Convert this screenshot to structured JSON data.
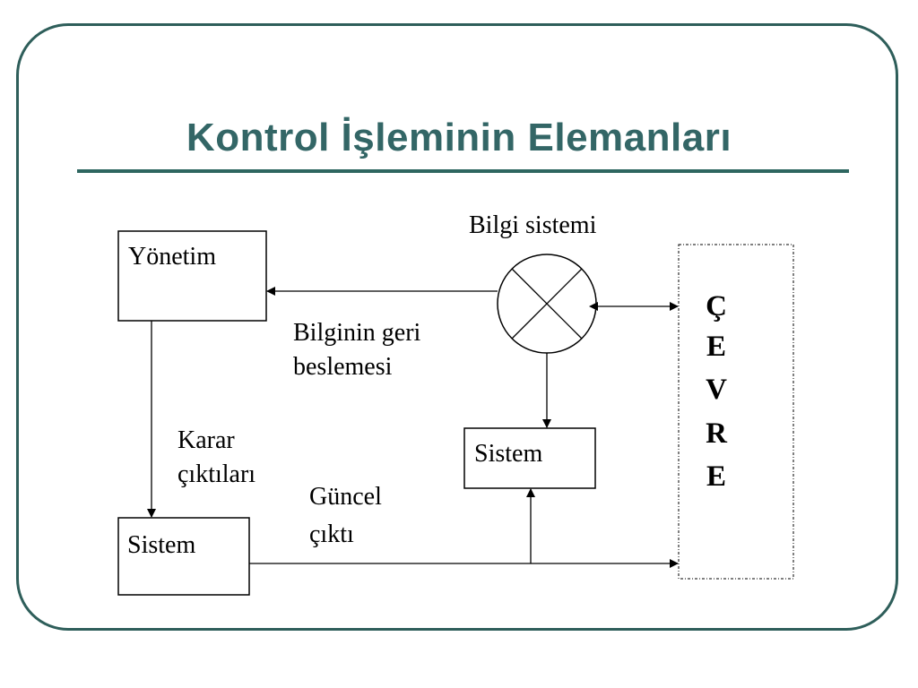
{
  "slide": {
    "title": "Kontrol İşleminin Elemanları"
  },
  "diagram": {
    "nodes": {
      "management": "Yönetim",
      "system_bottom": "Sistem",
      "system_right": "Sistem",
      "info_system": "Bilgi sistemi",
      "environment_letters": [
        "Ç",
        "E",
        "V",
        "R",
        "E"
      ]
    },
    "edges": {
      "feedback_line1": "Bilginin geri",
      "feedback_line2": "beslemesi",
      "decision_line1": "Karar",
      "decision_line2": "çıktıları",
      "output_line1": "Güncel",
      "output_line2": "çıktı"
    }
  }
}
